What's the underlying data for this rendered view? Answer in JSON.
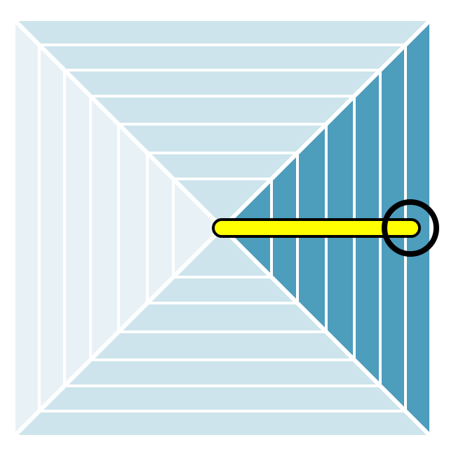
{
  "board": {
    "ring_count": 7,
    "active_side": "right",
    "colors": {
      "top_bottom": "#cde4ec",
      "left": "#e8f2f6",
      "right_active": "#4d9dbd",
      "divider": "#ffffff",
      "pointer_fill": "#ffff00",
      "pointer_outline": "#000000",
      "ring_marker": "#000000"
    }
  },
  "pointer": {
    "direction": "right",
    "icon": "bar-pointer-icon"
  },
  "marker": {
    "icon": "circle-target-icon",
    "ring_index": 7
  }
}
